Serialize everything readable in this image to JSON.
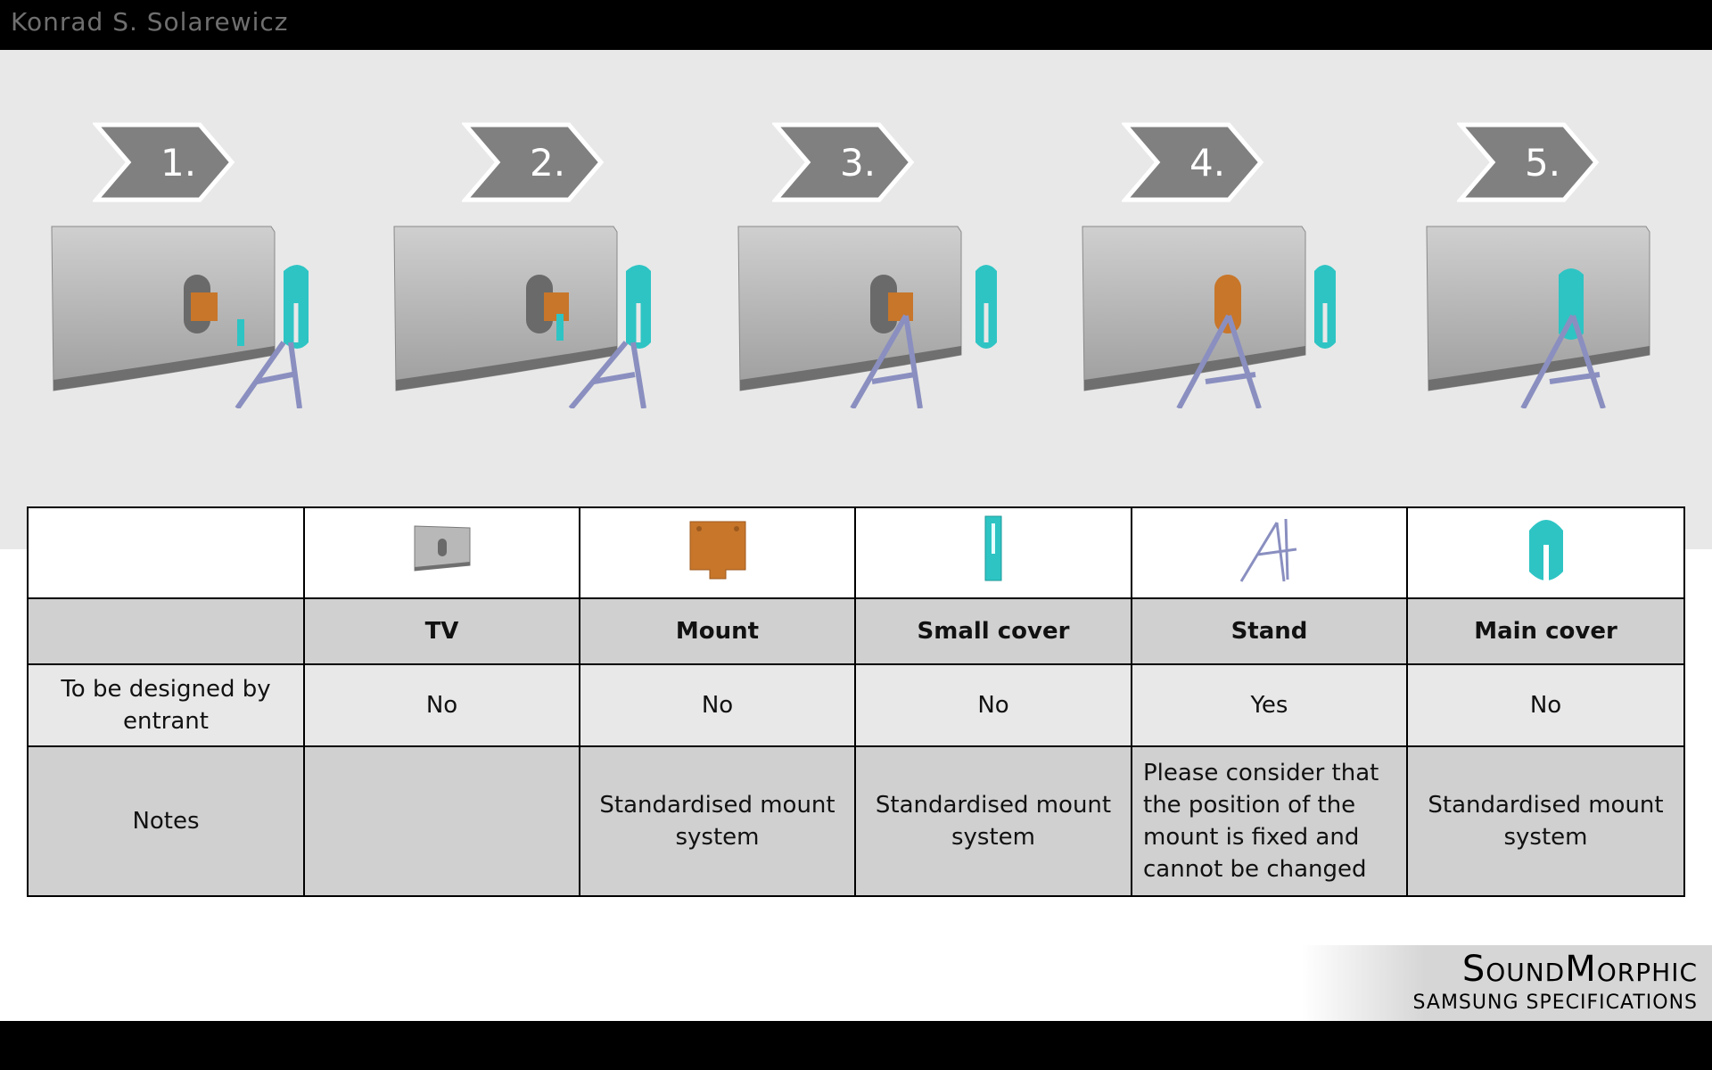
{
  "header": {
    "author": "Konrad S. Solarewicz"
  },
  "steps": [
    {
      "label": "1."
    },
    {
      "label": "2."
    },
    {
      "label": "3."
    },
    {
      "label": "4."
    },
    {
      "label": "5."
    }
  ],
  "table": {
    "icons": [
      "tv-icon",
      "mount-icon",
      "small-cover-icon",
      "stand-icon",
      "main-cover-icon"
    ],
    "headers": [
      "TV",
      "Mount",
      "Small cover",
      "Stand",
      "Main cover"
    ],
    "design_row": {
      "label": "To be designed by entrant",
      "values": [
        "No",
        "No",
        "No",
        "Yes",
        "No"
      ]
    },
    "notes_row": {
      "label": "Notes",
      "values": [
        "",
        "Standardised mount system",
        "Standardised mount system",
        "Please consider that the position of the mount is fixed and cannot be changed",
        "Standardised mount system"
      ]
    }
  },
  "brand": {
    "title": "SoundMorphic",
    "subtitle": "SAMSUNG SPECIFICATIONS"
  },
  "colors": {
    "mount": "#c8762a",
    "cover": "#2ec4c4",
    "stand": "#8a8fc0",
    "tv": "#b8b8b8"
  }
}
